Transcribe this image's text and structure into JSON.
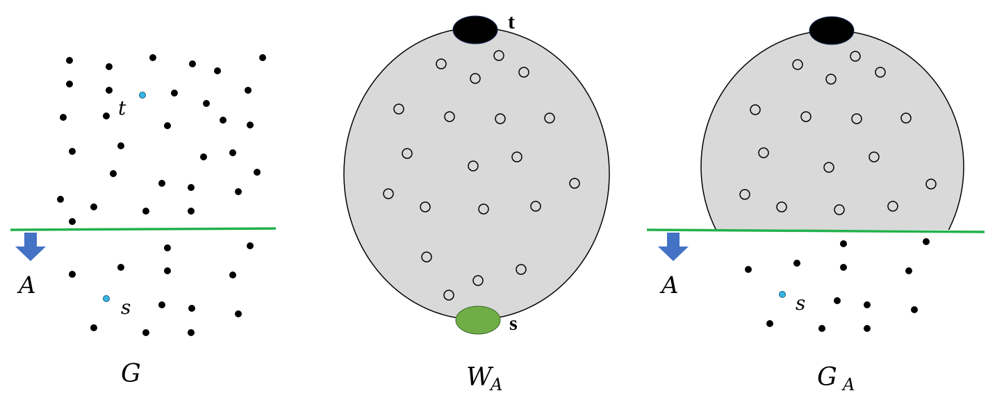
{
  "panels": {
    "g": {
      "label": "G",
      "t_label": "t",
      "s_label": "s",
      "set_label": "A"
    },
    "wa": {
      "label_main": "W",
      "label_sub": "A",
      "t_label": "t",
      "s_label": "s"
    },
    "ga": {
      "label_main": "G",
      "label_sub": "A",
      "s_label": "s",
      "set_label": "A"
    }
  },
  "colors": {
    "cut_line": "#22b14c",
    "arrow": "#4472c4",
    "highlight_vertex": "#35b5e5",
    "contracted_region": "#d9d9d9",
    "sink_blob": "#000000",
    "source_blob": "#70ad47",
    "dot": "#000000"
  }
}
